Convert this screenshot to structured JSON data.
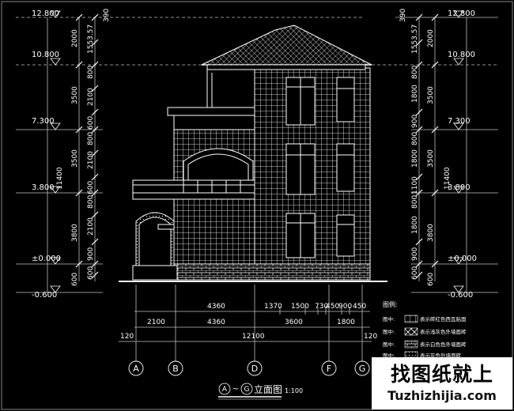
{
  "drawing": {
    "title_circle_a": "A",
    "title_tilde": "~",
    "title_circle_g": "G",
    "title_text": "立面图",
    "scale": "1:100"
  },
  "elevations": {
    "left": [
      "12.800",
      "10.800",
      "7.300",
      "3.800",
      "±0.000",
      "-0.600"
    ],
    "right": [
      "12.800",
      "10.800",
      "7.300",
      "3.800",
      "±0.000",
      "-0.600"
    ]
  },
  "vertical_dims": {
    "left_inner": [
      "390",
      "1553.57",
      "2000",
      "800",
      "3500",
      "2100",
      "600",
      "800",
      "3500",
      "2100",
      "600",
      "800",
      "3800",
      "2100",
      "900",
      "600",
      "600"
    ],
    "left_outer": [
      "2000",
      "3500",
      "11400",
      "3500",
      "3800",
      "600"
    ],
    "right_inner": [
      "390",
      "1553.57",
      "2000",
      "800",
      "1800",
      "3500",
      "900",
      "800",
      "1800",
      "3500",
      "1100",
      "800",
      "1800",
      "3800",
      "900",
      "600",
      "600"
    ],
    "right_outer": [
      "2000",
      "3500",
      "11400",
      "3500",
      "3800",
      "600"
    ]
  },
  "horizontal_dims": {
    "row1": [
      "4360",
      "1370",
      "1500",
      "730",
      "450",
      "900",
      "450"
    ],
    "row2": [
      "2100",
      "4360",
      "3600",
      "1800"
    ],
    "row3_left": "120",
    "row3_total": "12100",
    "row3_right": "120"
  },
  "axes": [
    "A",
    "B",
    "D",
    "F",
    "G"
  ],
  "legend": {
    "title": "图例:",
    "items": [
      {
        "prefix": "图中:",
        "text": "表示砖红色西瓦贴面",
        "pattern": "hatch-grid"
      },
      {
        "prefix": "图中:",
        "text": "表示浅灰色外墙面砖",
        "pattern": "hatch-cross"
      },
      {
        "prefix": "图中:",
        "text": "表示白色色外墙面砖",
        "pattern": "hatch-brick"
      },
      {
        "prefix": "图中:",
        "text": "表示灰色外墙面砖",
        "pattern": "hatch-dots"
      }
    ]
  },
  "watermark": {
    "cn": "找图纸就上",
    "url": "Tuzhizhijia.com"
  },
  "colors": {
    "background": "#000000",
    "line": "#ffffff",
    "dim_line": "#bfbfbf"
  }
}
